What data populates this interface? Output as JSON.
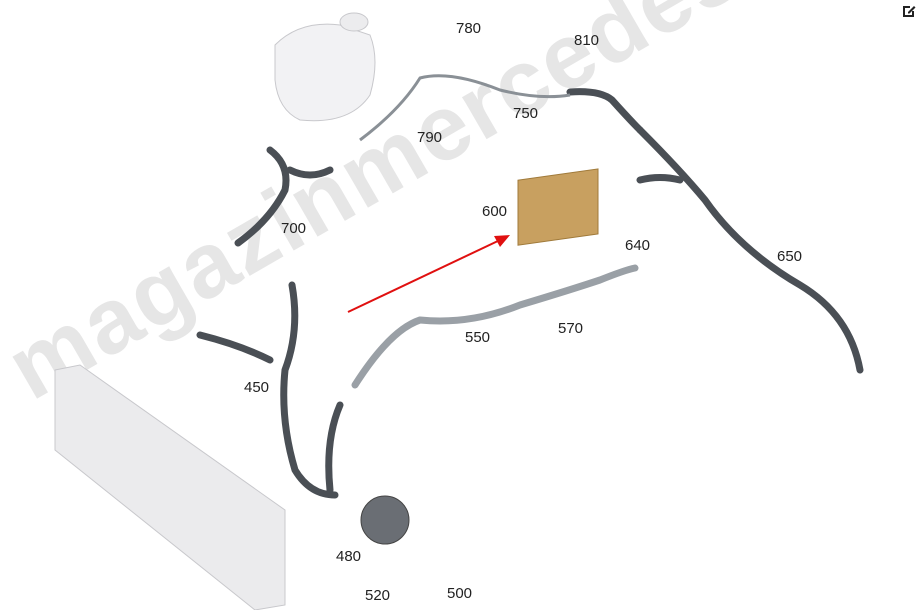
{
  "watermark": "magazinmercedes.ru",
  "toolbar": {
    "edit_icon": "edit-icon"
  },
  "callouts": [
    {
      "id": "780",
      "label": "780"
    },
    {
      "id": "810",
      "label": "810"
    },
    {
      "id": "750",
      "label": "750"
    },
    {
      "id": "790",
      "label": "790"
    },
    {
      "id": "700",
      "label": "700"
    },
    {
      "id": "600",
      "label": "600"
    },
    {
      "id": "640",
      "label": "640"
    },
    {
      "id": "650",
      "label": "650"
    },
    {
      "id": "550",
      "label": "550"
    },
    {
      "id": "570",
      "label": "570"
    },
    {
      "id": "450",
      "label": "450"
    },
    {
      "id": "480",
      "label": "480"
    },
    {
      "id": "520",
      "label": "520"
    },
    {
      "id": "500",
      "label": "500"
    }
  ],
  "colors": {
    "hose": "#4a4f55",
    "heater": "#c8a060",
    "arrow": "#e01010",
    "radiator": "#e6e6e8"
  }
}
